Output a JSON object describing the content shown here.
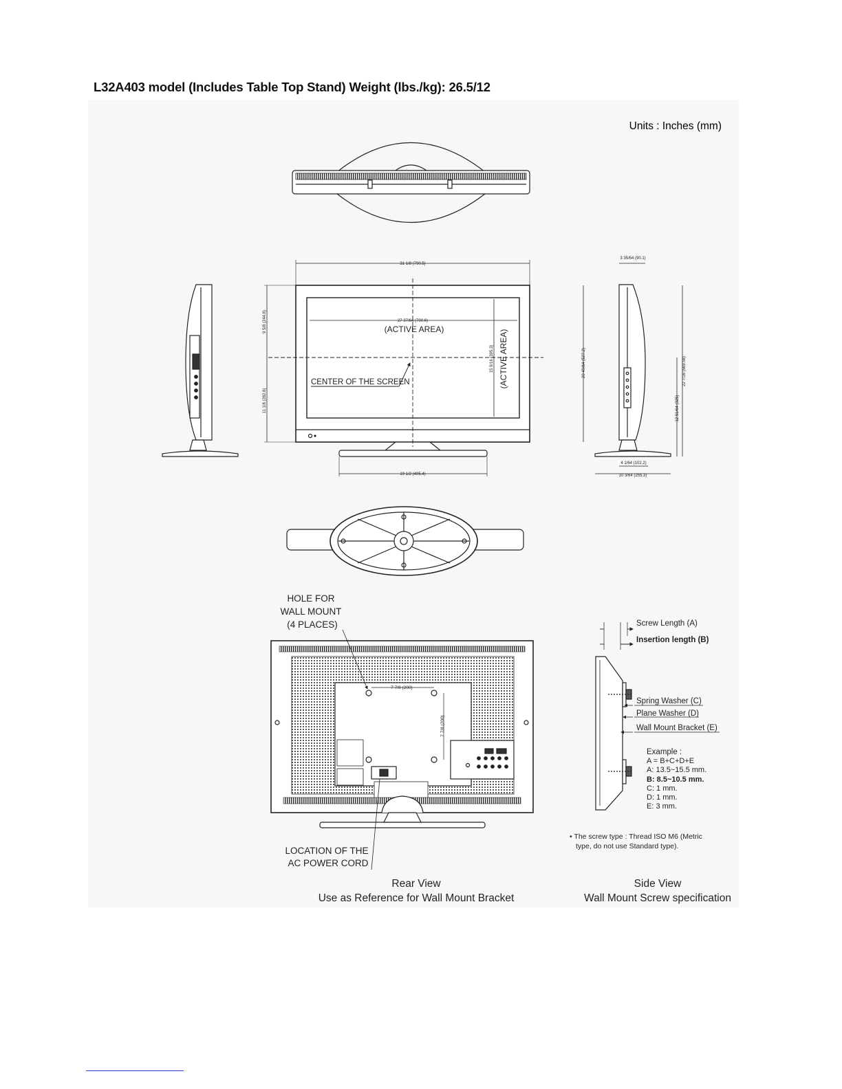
{
  "title": "L32A403 model (Includes Table Top Stand) Weight (lbs./kg): 26.5/12",
  "units": "Units : Inches (mm)",
  "front_view": {
    "width_dim": "31 1/8 (790.5)",
    "active_width_dim": "27 37/64 (700.6)",
    "active_area_label": "(ACTIVE AREA)",
    "active_height_dim": "15 9/16 (395.3)",
    "active_area_label_vertical": "(ACTIVE AREA)",
    "upper_height_dim": "9 5/8 (244.8)",
    "lower_height_dim": "11 1/8 (282.6)",
    "center_label": "CENTER OF THE SCREEN",
    "stand_width_dim": "19 1/2 (495.4)"
  },
  "side_view_dims": {
    "depth_top": "3 35/64 (90.1)",
    "total_height": "20 49/64 (527.2)",
    "height_with_stand": "22 7/16 (569.58)",
    "center_height": "12 51/64 (325)",
    "stand_depth_inner": "4 1/64 (102.2)",
    "stand_depth": "10 3/64 (255.3)"
  },
  "rear_view": {
    "hole_label_1": "HOLE FOR",
    "hole_label_2": "WALL MOUNT",
    "hole_label_3": "(4 PLACES)",
    "hole_h_dim": "7 7/8 (200)",
    "hole_v_dim": "7 7/8 (200)",
    "power_label_1": "LOCATION OF THE",
    "power_label_2": "AC POWER CORD",
    "caption_1": "Rear View",
    "caption_2": "Use as Reference for Wall Mount Bracket"
  },
  "screw_spec": {
    "screw_length": "Screw Length (A)",
    "insertion_length": "Insertion length (B)",
    "spring_washer": "Spring Washer (C)",
    "plane_washer": "Plane Washer (D)",
    "wall_bracket": "Wall Mount Bracket (E)",
    "example_title": "Example :",
    "example_lines": [
      "A = B+C+D+E",
      "A: 13.5~15.5 mm.",
      "B: 8.5~10.5 mm.",
      "C: 1 mm.",
      "D: 1 mm.",
      "E: 3 mm."
    ],
    "note_1": "• The screw type : Thread ISO M6 (Metric",
    "note_2": "type, do not use Standard type).",
    "caption_1": "Side View",
    "caption_2": "Wall Mount Screw specification"
  }
}
